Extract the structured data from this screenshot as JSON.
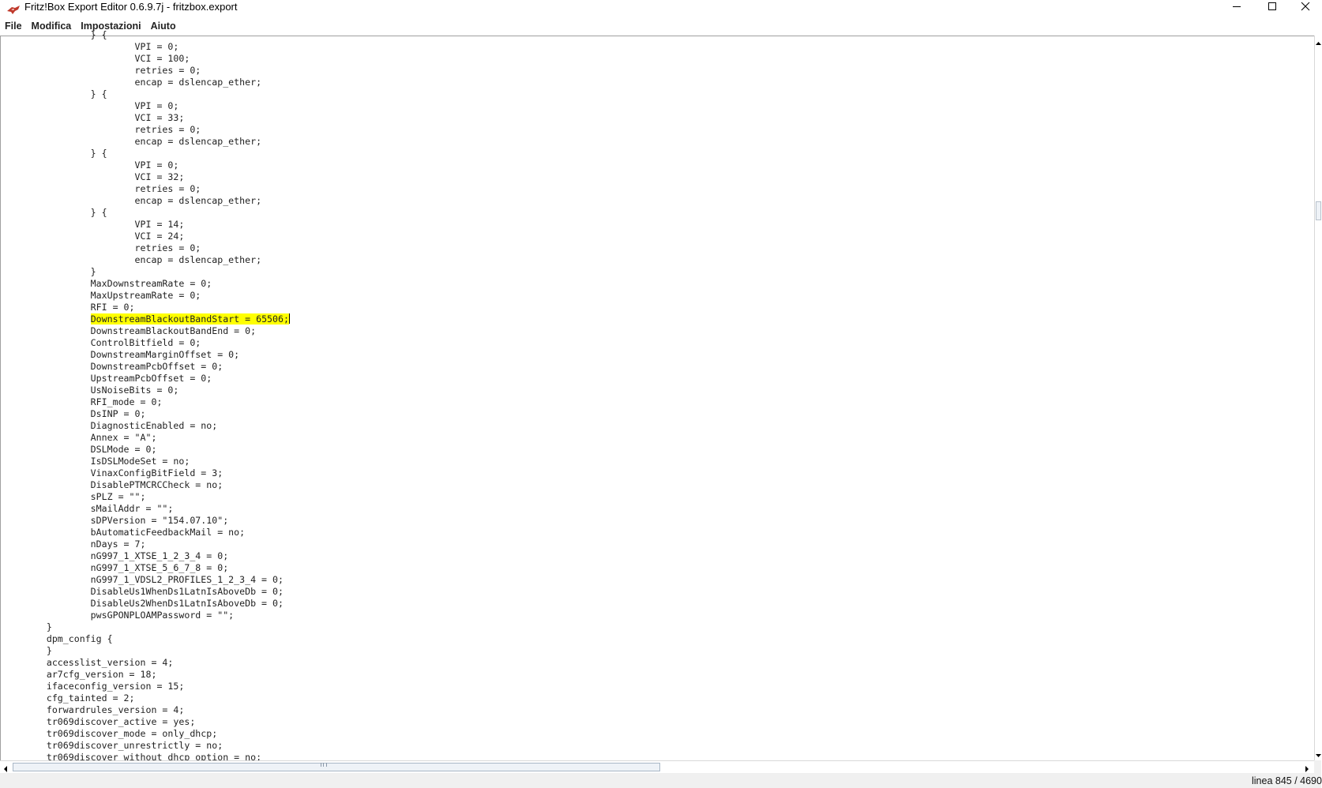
{
  "window": {
    "title": "Fritz!Box Export Editor 0.6.9.7j - fritzbox.export",
    "icon": "fritz-app-icon",
    "controls": [
      "minimize",
      "maximize",
      "close"
    ]
  },
  "menu": {
    "items": [
      "File",
      "Modifica",
      "Impostazioni",
      "Aiuto"
    ]
  },
  "editor": {
    "lines": [
      "                } {",
      "                        VPI = 0;",
      "                        VCI = 100;",
      "                        retries = 0;",
      "                        encap = dslencap_ether;",
      "                } {",
      "                        VPI = 0;",
      "                        VCI = 33;",
      "                        retries = 0;",
      "                        encap = dslencap_ether;",
      "                } {",
      "                        VPI = 0;",
      "                        VCI = 32;",
      "                        retries = 0;",
      "                        encap = dslencap_ether;",
      "                } {",
      "                        VPI = 14;",
      "                        VCI = 24;",
      "                        retries = 0;",
      "                        encap = dslencap_ether;",
      "                }",
      "                MaxDownstreamRate = 0;",
      "                MaxUpstreamRate = 0;",
      "                RFI = 0;",
      "                DownstreamBlackoutBandStart = 65506;",
      "                DownstreamBlackoutBandEnd = 0;",
      "                ControlBitfield = 0;",
      "                DownstreamMarginOffset = 0;",
      "                DownstreamPcbOffset = 0;",
      "                UpstreamPcbOffset = 0;",
      "                UsNoiseBits = 0;",
      "                RFI_mode = 0;",
      "                DsINP = 0;",
      "                DiagnosticEnabled = no;",
      "                Annex = \"A\";",
      "                DSLMode = 0;",
      "                IsDSLModeSet = no;",
      "                VinaxConfigBitField = 3;",
      "                DisablePTMCRCCheck = no;",
      "                sPLZ = \"\";",
      "                sMailAddr = \"\";",
      "                sDPVersion = \"154.07.10\";",
      "                bAutomaticFeedbackMail = no;",
      "                nDays = 7;",
      "                nG997_1_XTSE_1_2_3_4 = 0;",
      "                nG997_1_XTSE_5_6_7_8 = 0;",
      "                nG997_1_VDSL2_PROFILES_1_2_3_4 = 0;",
      "                DisableUs1WhenDs1LatnIsAboveDb = 0;",
      "                DisableUs2WhenDs1LatnIsAboveDb = 0;",
      "                pwsGPONPLOAMPassword = \"\";",
      "        }",
      "        dpm_config {",
      "        }",
      "        accesslist_version = 4;",
      "        ar7cfg_version = 18;",
      "        ifaceconfig_version = 15;",
      "        cfg_tainted = 2;",
      "        forwardrules_version = 4;",
      "        tr069discover_active = yes;",
      "        tr069discover_mode = only_dhcp;",
      "        tr069discover_unrestrictly = no;",
      "        tr069discover_without_dhcp_option = no;"
    ],
    "highlight": {
      "line_index": 24,
      "color": "#ffff00",
      "text": "DownstreamBlackoutBandStart = 65506;"
    }
  },
  "status": {
    "text": "linea 845 / 4690"
  }
}
